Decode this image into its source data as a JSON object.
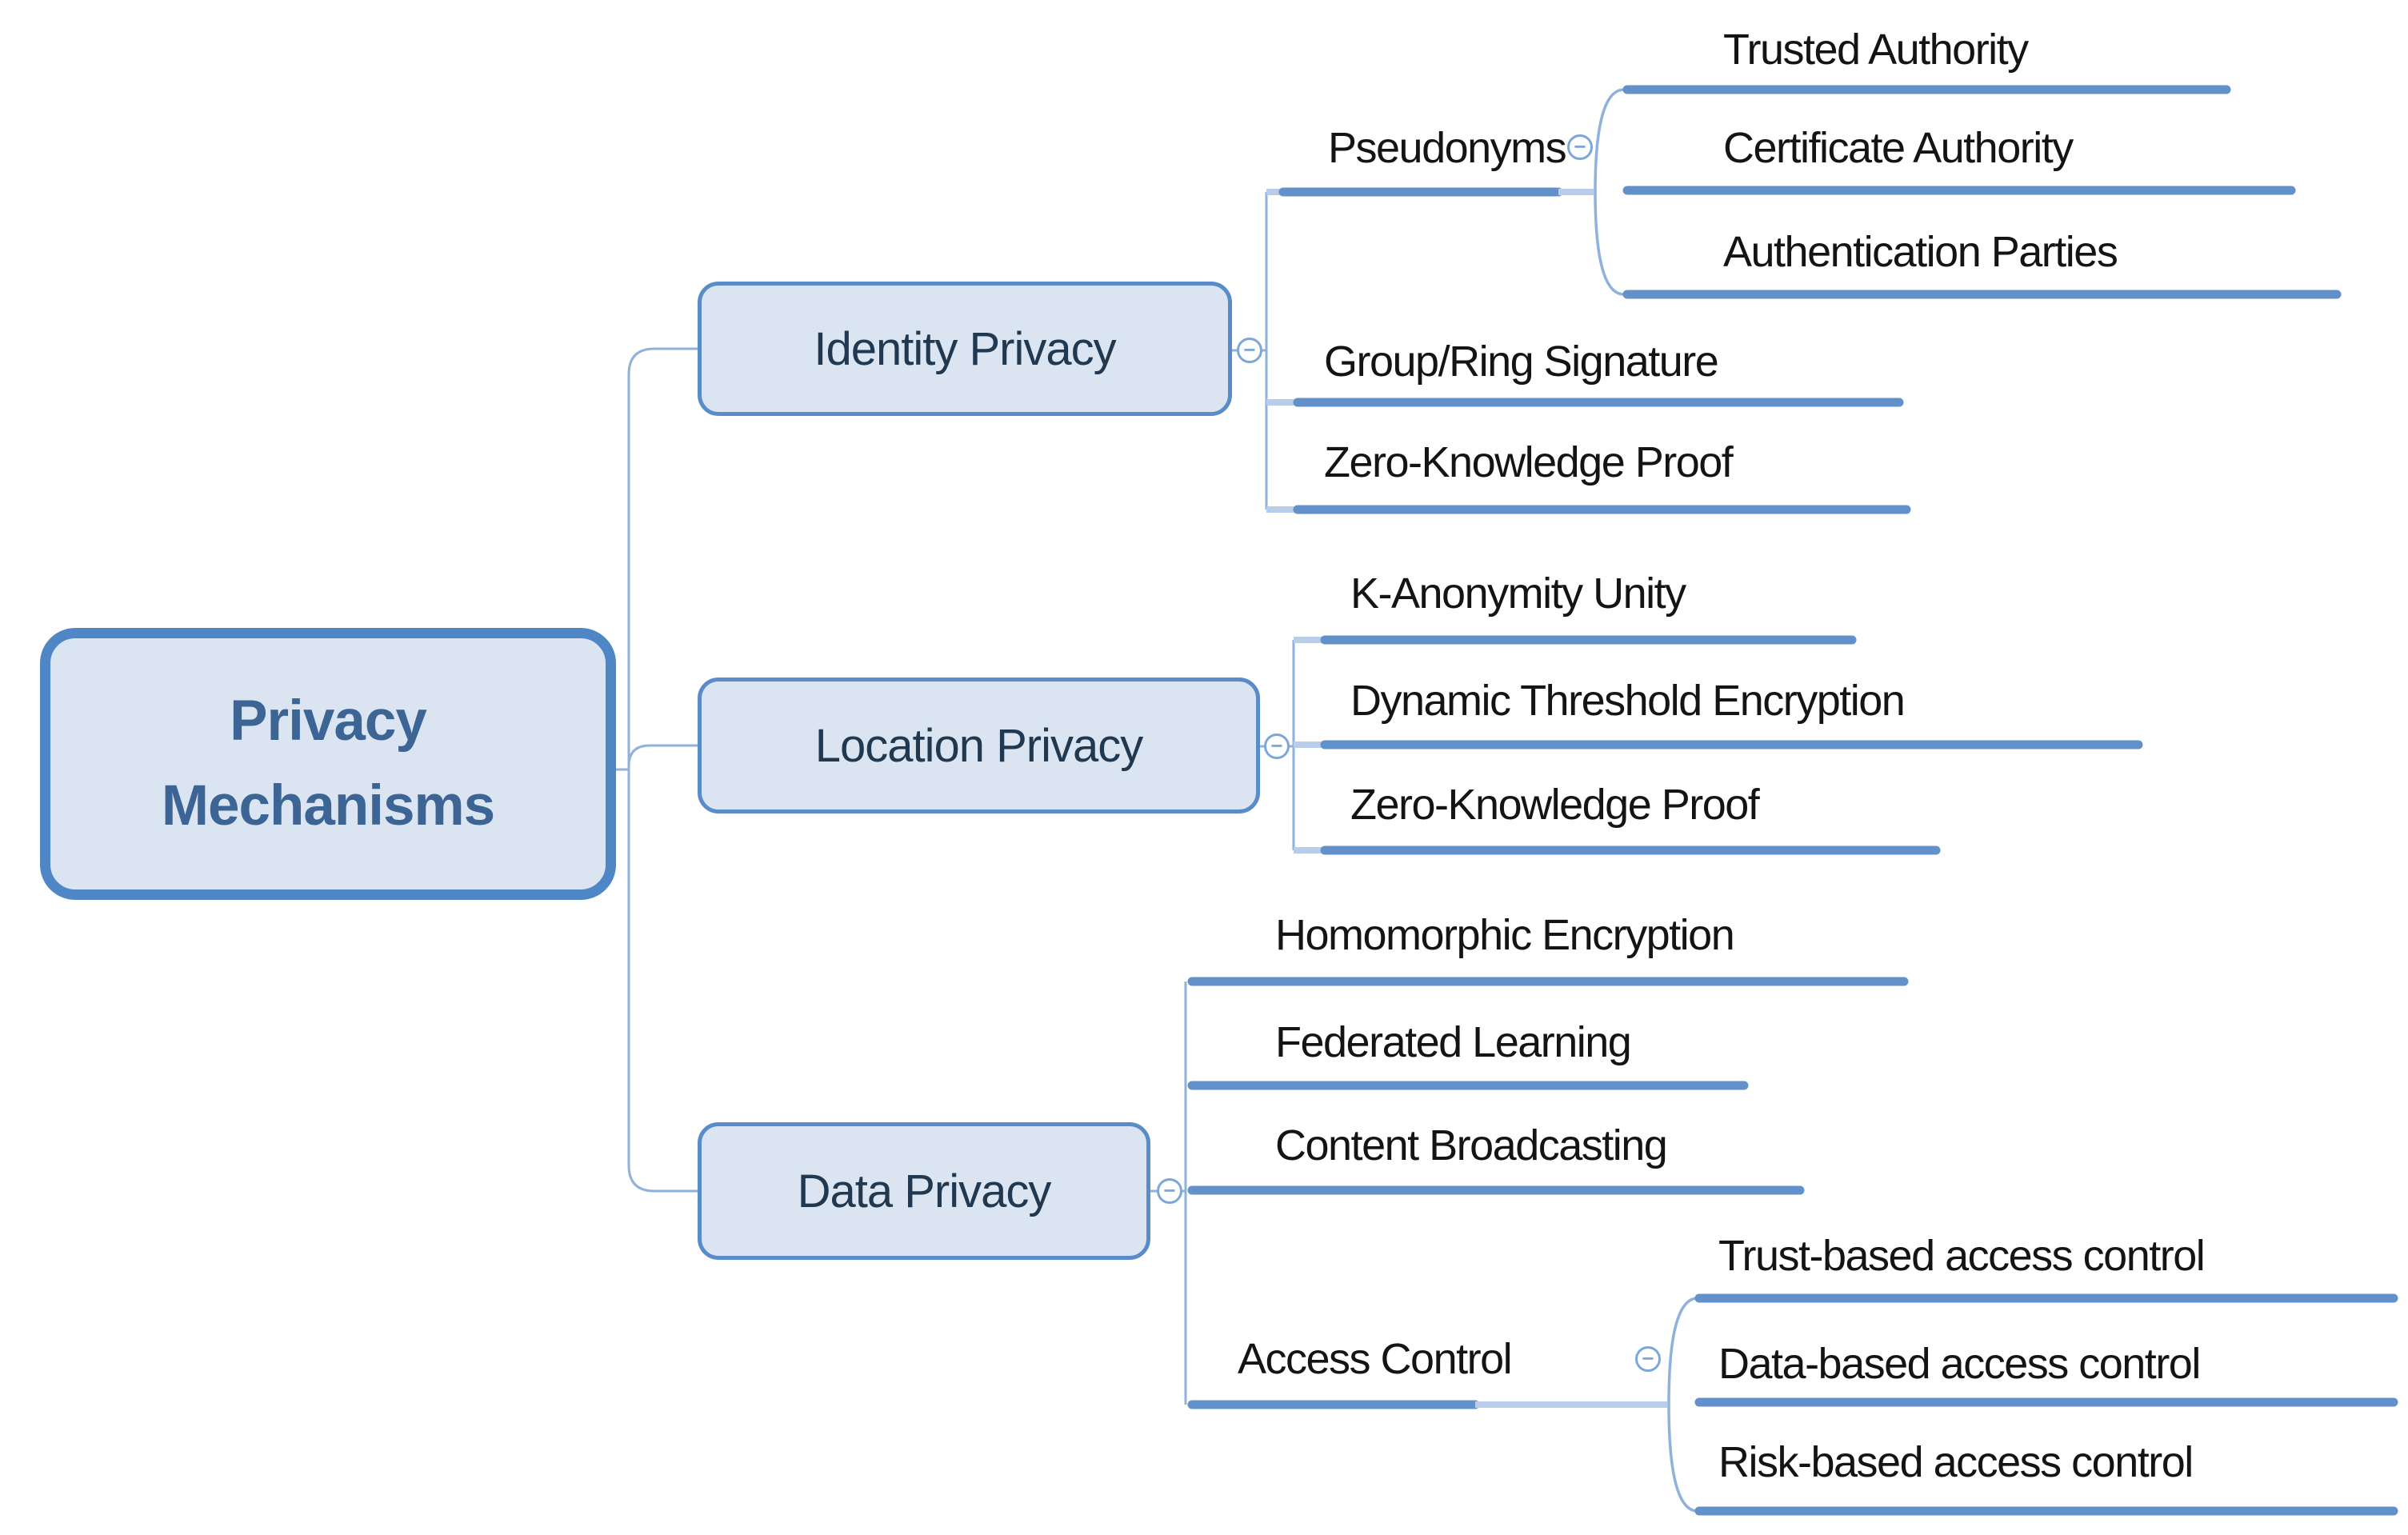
{
  "title": "Privacy Mechanisms",
  "icons": {
    "collapse_glyph": "−"
  },
  "colors": {
    "node_fill": "#dbe5f1",
    "node_border": "#4e86c6",
    "branch_border": "#5a8cc9",
    "bar": "#6190ca",
    "bar_light": "#b7cde9",
    "line": "#8fb2dc",
    "root_text": "#3c6596",
    "node_text": "#203850",
    "leaf_text": "#141414",
    "circle": "#7da7d8"
  },
  "tree": {
    "root": {
      "label": "Privacy Mechanisms"
    },
    "branches": [
      {
        "label": "Identity Privacy",
        "children": [
          {
            "label": "Pseudonyms",
            "children": [
              {
                "label": "Trusted Authority"
              },
              {
                "label": "Certificate Authority"
              },
              {
                "label": "Authentication Parties"
              }
            ]
          },
          {
            "label": "Group/Ring Signature"
          },
          {
            "label": "Zero-Knowledge Proof"
          }
        ]
      },
      {
        "label": "Location Privacy",
        "children": [
          {
            "label": "K-Anonymity Unity"
          },
          {
            "label": "Dynamic Threshold Encryption"
          },
          {
            "label": "Zero-Knowledge Proof"
          }
        ]
      },
      {
        "label": "Data Privacy",
        "children": [
          {
            "label": "Homomorphic Encryption"
          },
          {
            "label": "Federated Learning"
          },
          {
            "label": "Content Broadcasting"
          },
          {
            "label": "Access Control",
            "children": [
              {
                "label": "Trust-based access control"
              },
              {
                "label": "Data-based access control"
              },
              {
                "label": "Risk-based access control"
              }
            ]
          }
        ]
      }
    ]
  }
}
